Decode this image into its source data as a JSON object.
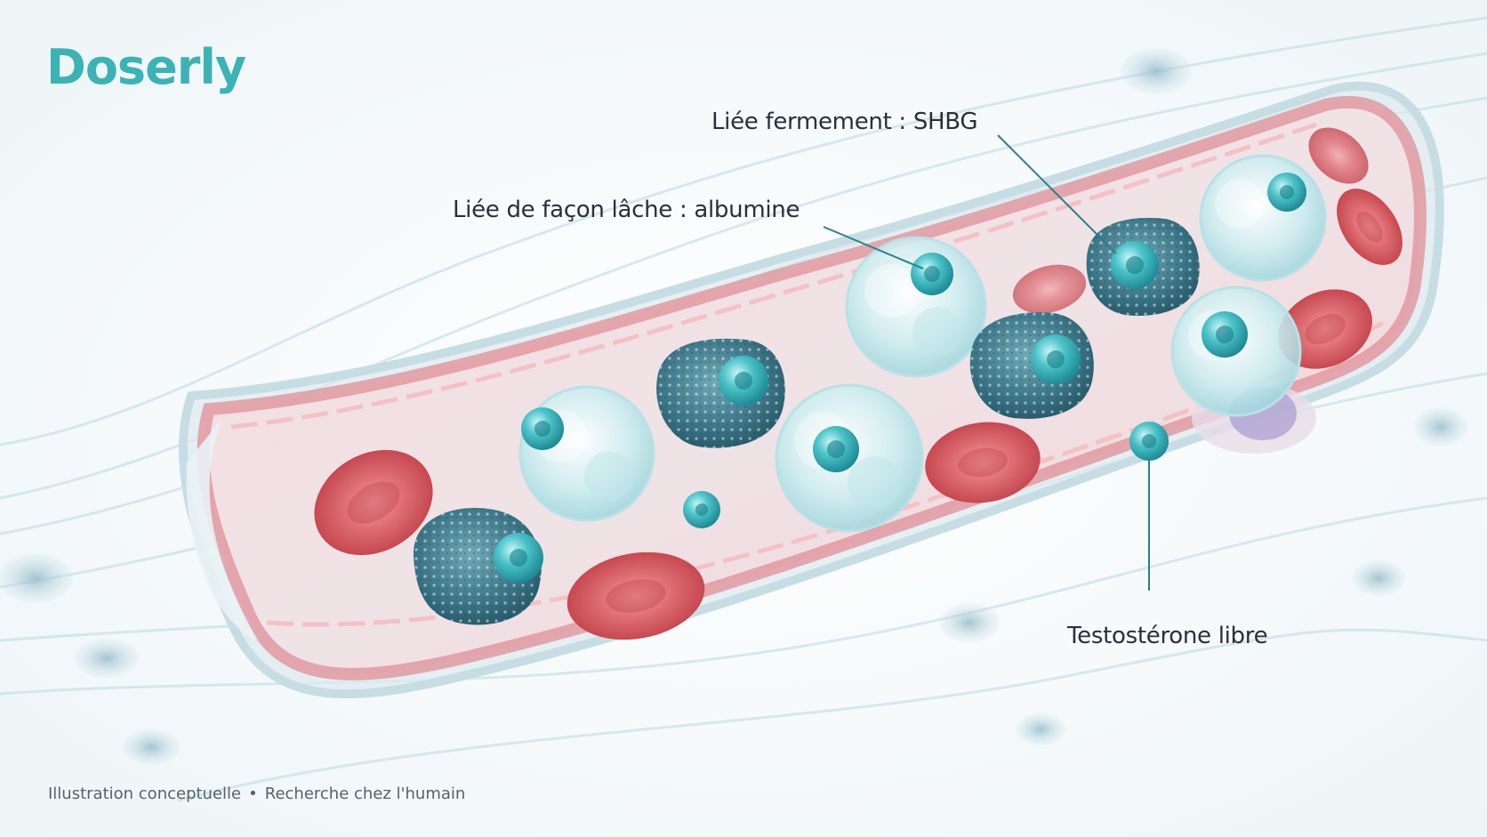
{
  "brand": {
    "logo_text": "Doserly",
    "accent_color": "#3bb3b5"
  },
  "labels": {
    "shbg": "Liée fermement : SHBG",
    "albumin": "Liée de façon lâche : albumine",
    "free": "Testostérone libre"
  },
  "caption": {
    "part1": "Illustration conceptuelle",
    "separator": "•",
    "part2": "Recherche chez l'humain"
  },
  "colors": {
    "vessel_wall": "#e08f97",
    "red_blood_cell": "#d9575f",
    "albumin_protein": "#d6eef2",
    "shbg_protein": "#3f7f8f",
    "testosterone": "#38b8c0",
    "leader_line": "#2d7f86"
  }
}
